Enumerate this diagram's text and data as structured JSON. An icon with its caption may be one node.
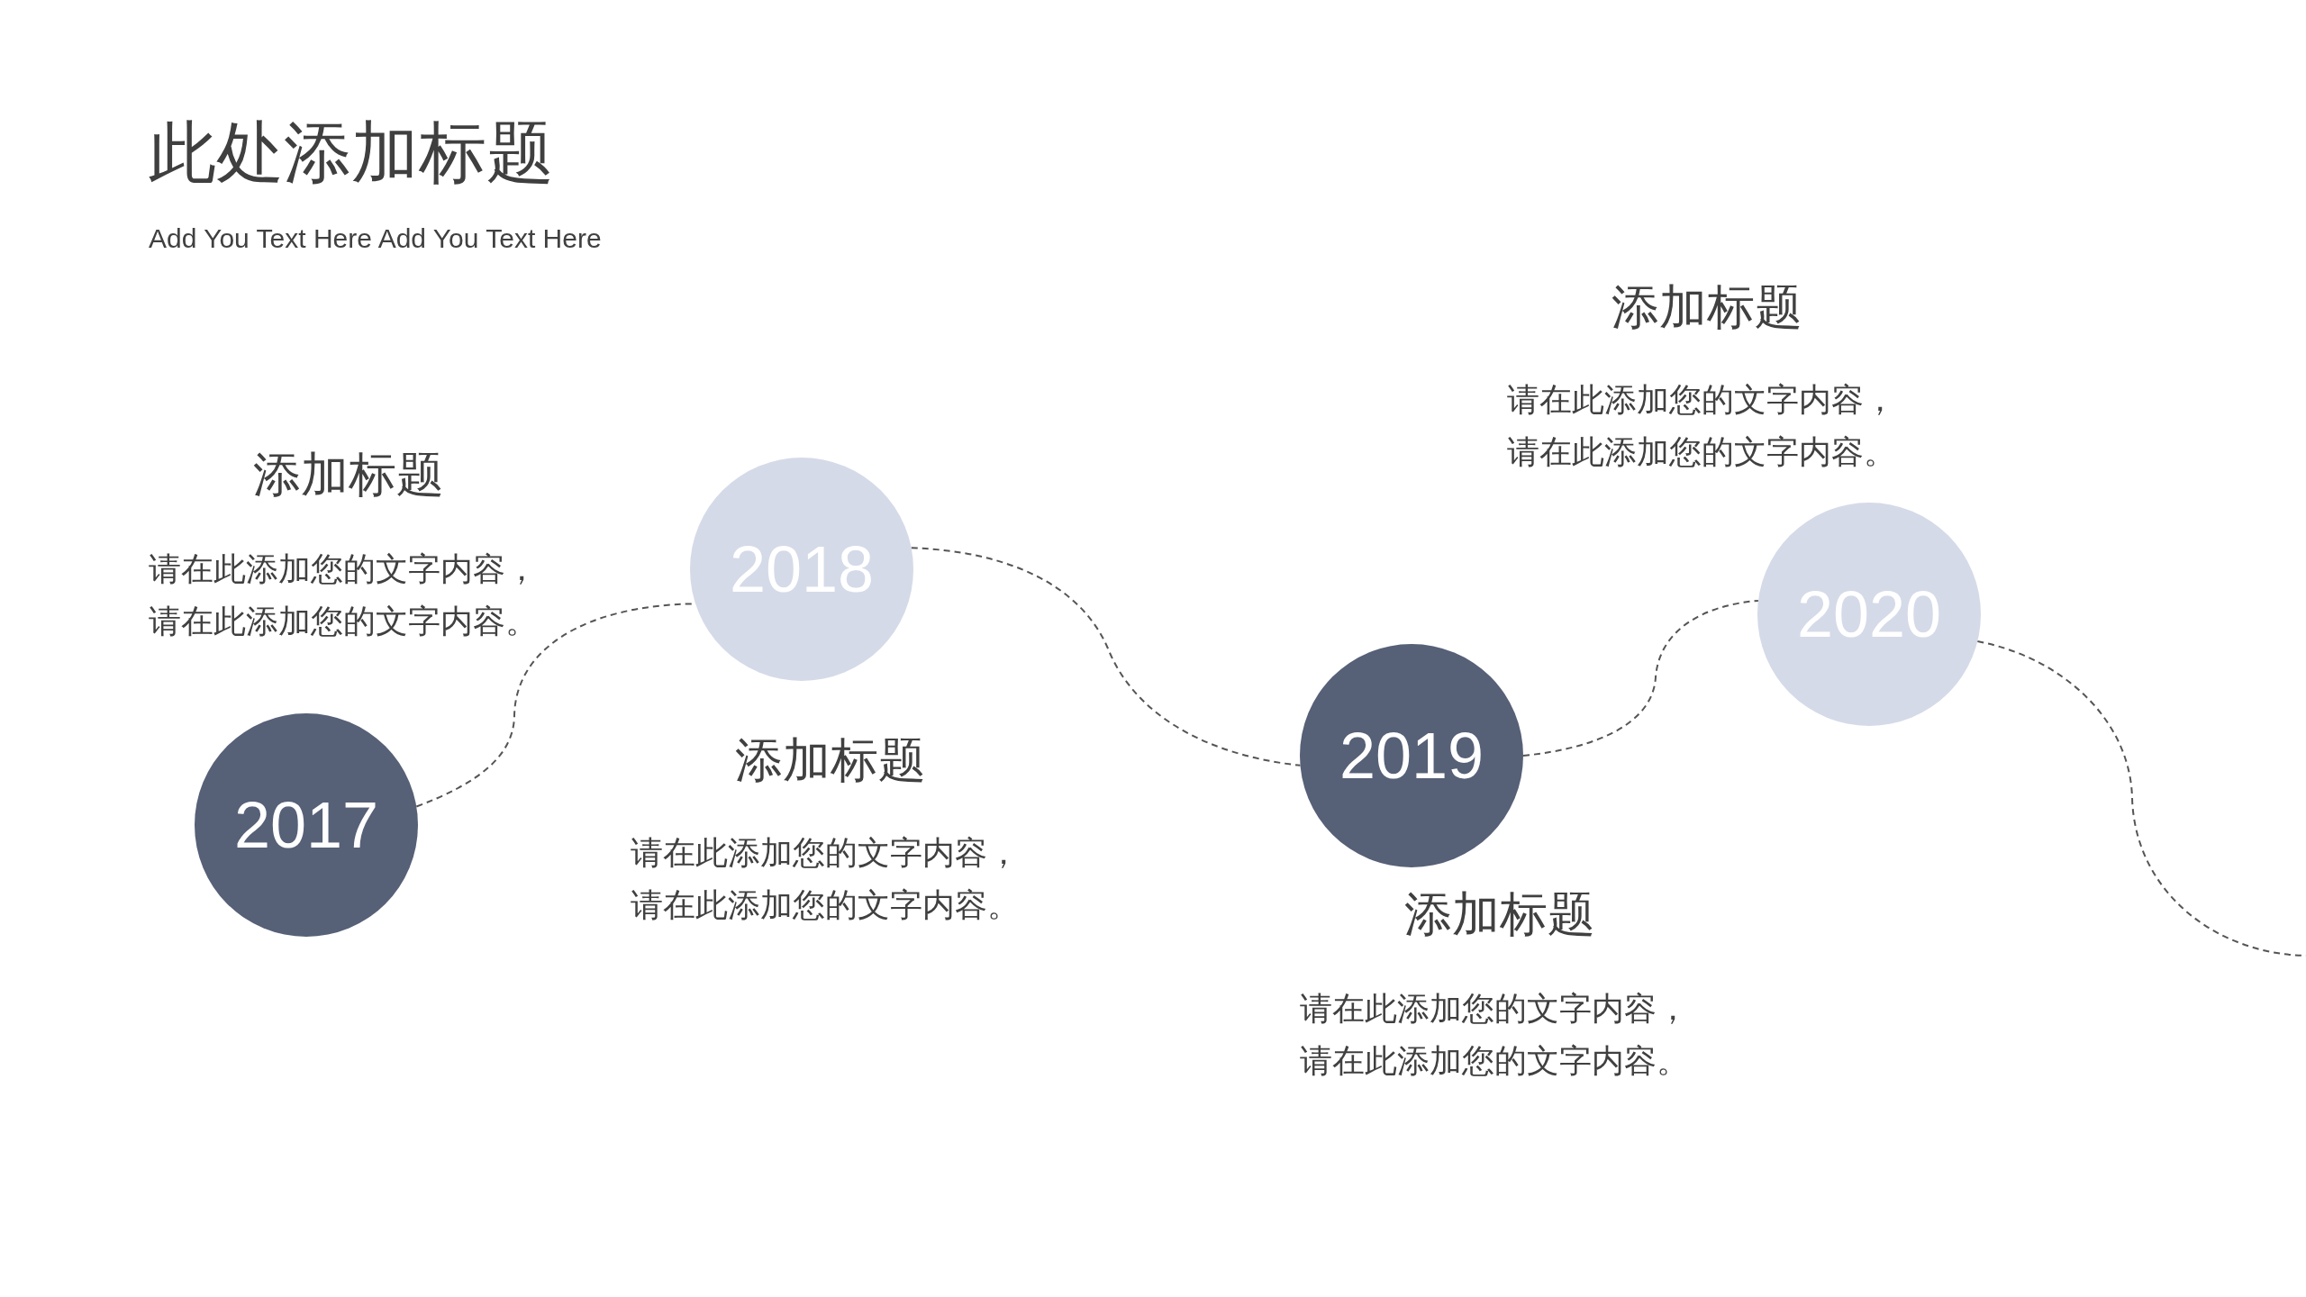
{
  "diagram": {
    "title": "此处添加标题",
    "nodes": [
      {
        "text": [
          "2017"
        ],
        "beside": [
          "添加标题",
          "请在此添加您的文字内容，请在此添加您的文字内容。"
        ]
      },
      {
        "text": [
          "2018"
        ],
        "beside": [
          "添加标题",
          "请在此添加您的文字内容，请在此添加您的文字内容。"
        ]
      },
      {
        "text": [
          "2019"
        ],
        "beside": [
          "添加标题",
          "请在此添加您的文字内容，请在此添加您的文字内容。"
        ]
      },
      {
        "text": [
          "2020"
        ],
        "beside": [
          "添加标题",
          "请在此添加您的文字内容，请在此添加您的文字内容。"
        ]
      }
    ],
    "edges": [
      {
        "from": 0,
        "to": 1,
        "arrow": "none",
        "style": "dashed"
      },
      {
        "from": 1,
        "to": 2,
        "arrow": "none",
        "style": "dashed"
      },
      {
        "from": 2,
        "to": 3,
        "arrow": "none",
        "style": "dashed"
      },
      {
        "from": 3,
        "to": null,
        "arrow": "none",
        "style": "dashed"
      }
    ],
    "labels": [
      "Add You Text Here Add You Text Here"
    ]
  }
}
